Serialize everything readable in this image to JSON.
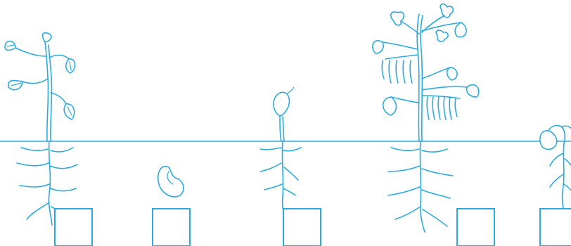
{
  "colors": {
    "ink": "#29ABE2",
    "background": "#ffffff"
  },
  "diagram": {
    "ground_line": true,
    "stages": [
      {
        "drawing": "mature-plant",
        "answer_box": ""
      },
      {
        "drawing": "bean-seed",
        "answer_box": ""
      },
      {
        "drawing": "young-seedling",
        "answer_box": ""
      },
      {
        "drawing": "flowering-plant",
        "answer_box": ""
      },
      {
        "drawing": "germinating-seed",
        "answer_box": ""
      }
    ]
  }
}
